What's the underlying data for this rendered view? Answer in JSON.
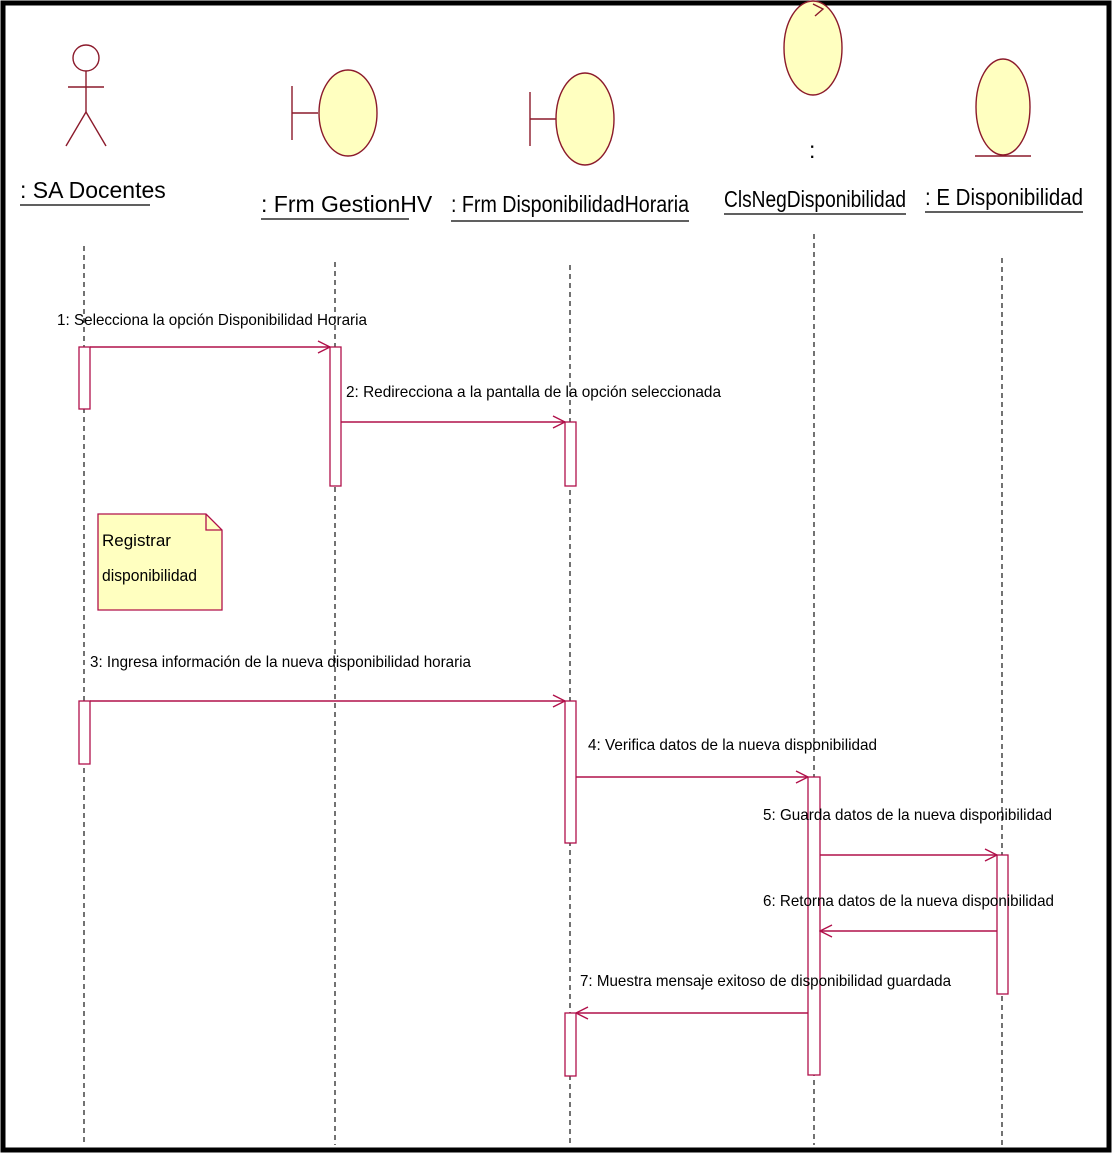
{
  "colors": {
    "background": "#ffffff",
    "frame": "#000000",
    "lifeline": "#000000",
    "message": "#b0104a",
    "activation_stroke": "#b0104a",
    "activation_fill": "#ffffff",
    "icon_fill": "#ffffc0",
    "icon_stroke": "#8b1a2b",
    "note_fill": "#ffffc0",
    "note_stroke": "#b0104a"
  },
  "participants": [
    {
      "id": "sa_docentes",
      "label": ": SA  Docentes",
      "icon": "actor-icon"
    },
    {
      "id": "frm_gestionhv",
      "label": ": Frm  GestionHV",
      "icon": "boundary-icon"
    },
    {
      "id": "frm_disponibilidad",
      "label": ": Frm  DisponibilidadHoraria",
      "icon": "boundary-icon"
    },
    {
      "id": "clsneg",
      "label": "ClsNegDisponibilidad",
      "prefix": ":",
      "icon": "control-icon"
    },
    {
      "id": "e_disponibilidad",
      "label": ": E  Disponibilidad",
      "icon": "entity-icon"
    }
  ],
  "messages": [
    {
      "label": "1: Selecciona la opción Disponibilidad Horaria",
      "from": "sa_docentes",
      "to": "frm_gestionhv"
    },
    {
      "label": "2: Redirecciona a la pantalla de la opción seleccionada",
      "from": "frm_gestionhv",
      "to": "frm_disponibilidad"
    },
    {
      "label": "3: Ingresa información de la nueva disponibilidad horaria",
      "from": "sa_docentes",
      "to": "frm_disponibilidad"
    },
    {
      "label": "4: Verifica datos de la nueva disponibilidad",
      "from": "frm_disponibilidad",
      "to": "clsneg"
    },
    {
      "label": "5: Guarda datos de la nueva disponibilidad",
      "from": "clsneg",
      "to": "e_disponibilidad"
    },
    {
      "label": "6: Retorna datos de la nueva disponibilidad",
      "from": "e_disponibilidad",
      "to": "clsneg"
    },
    {
      "label": "7: Muestra mensaje exitoso de disponibilidad guardada",
      "from": "clsneg",
      "to": "frm_disponibilidad"
    }
  ],
  "note": {
    "lines": [
      "Registrar",
      "disponibilidad"
    ]
  }
}
